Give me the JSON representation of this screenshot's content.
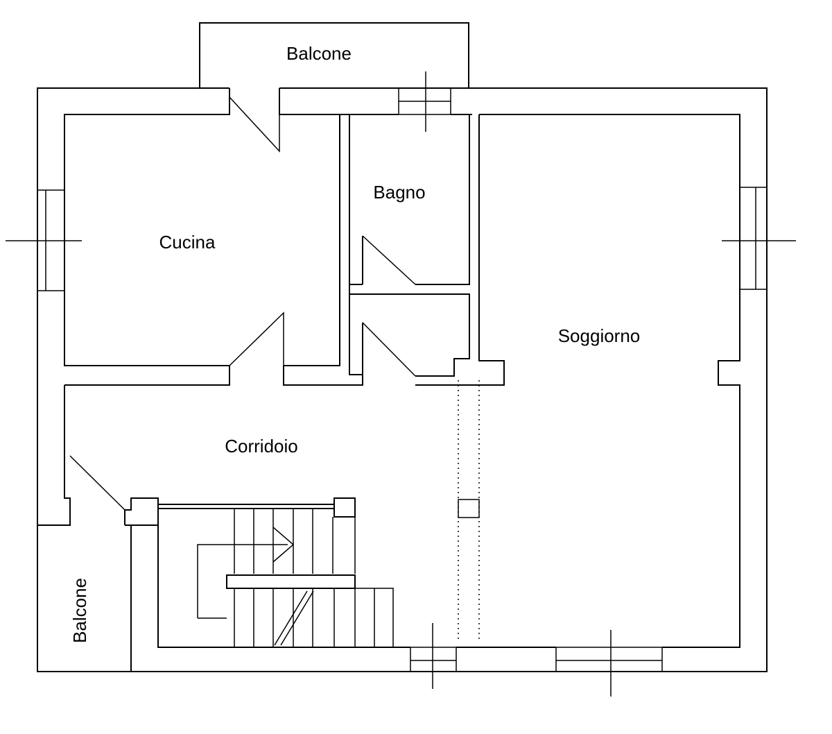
{
  "floor_plan": {
    "rooms": {
      "balcone_top": "Balcone",
      "cucina": "Cucina",
      "bagno": "Bagno",
      "soggiorno": "Soggiorno",
      "corridoio": "Corridoio",
      "balcone_left": "Balcone"
    }
  }
}
